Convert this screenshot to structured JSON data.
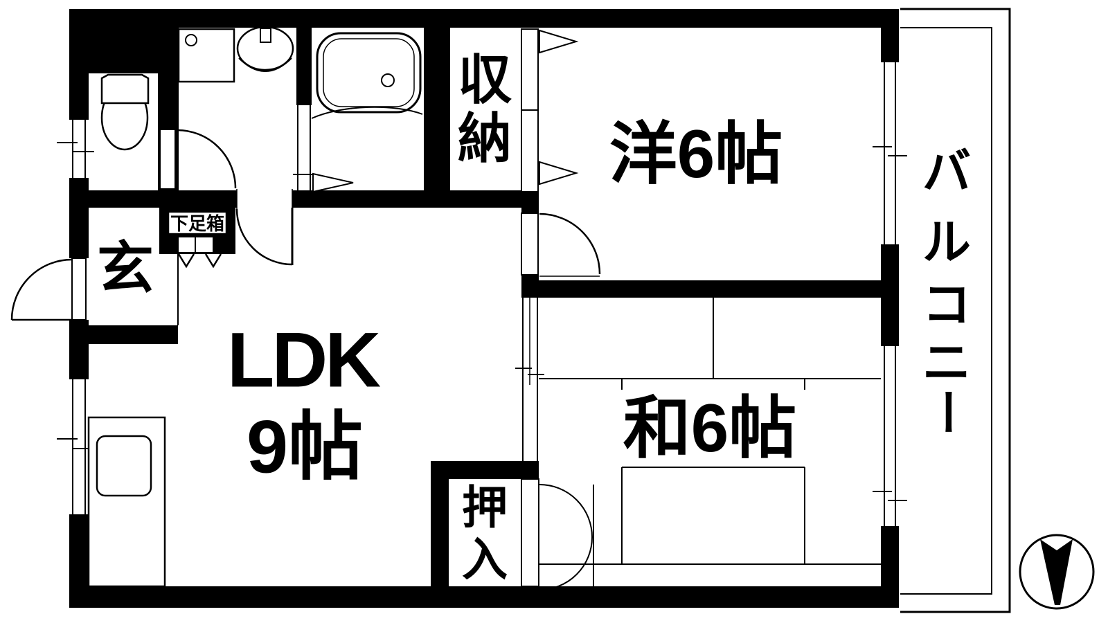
{
  "plan": {
    "ldk": {
      "name": "LDK",
      "size": "9帖"
    },
    "western_room": {
      "label": "洋6帖"
    },
    "japanese_room": {
      "label": "和6帖"
    },
    "storage": {
      "label": "収納"
    },
    "oshiire": {
      "label": "押入"
    },
    "entrance": {
      "label": "玄"
    },
    "shoe_box": {
      "label": "下足箱"
    },
    "balcony": {
      "label": "バルコニー"
    }
  },
  "colors": {
    "wall": "#000000",
    "floor": "#ffffff",
    "line": "#000000"
  }
}
